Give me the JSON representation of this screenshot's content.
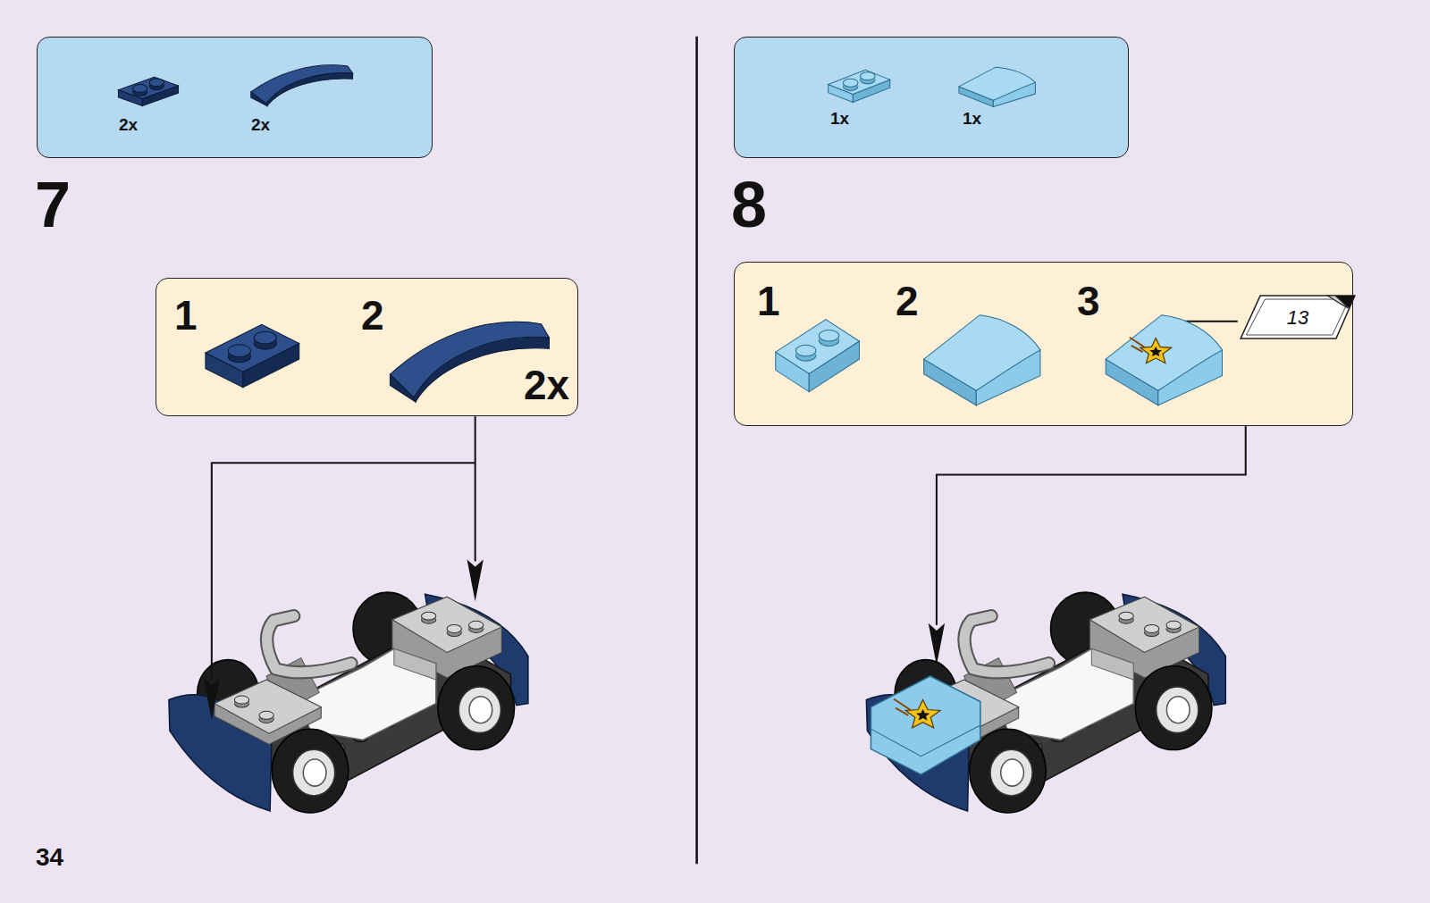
{
  "diagram": {
    "nodes": [
      {
        "text": [
          "2x",
          "2x"
        ]
      },
      {
        "text": [
          "1",
          "2",
          "2x"
        ]
      },
      {
        "text": [
          "1x",
          "1x"
        ]
      },
      {
        "text": [
          "1",
          "2",
          "3"
        ]
      },
      {
        "text": [
          "13"
        ],
        "in": 3
      }
    ],
    "labels": [
      "7",
      "8",
      "34"
    ]
  }
}
